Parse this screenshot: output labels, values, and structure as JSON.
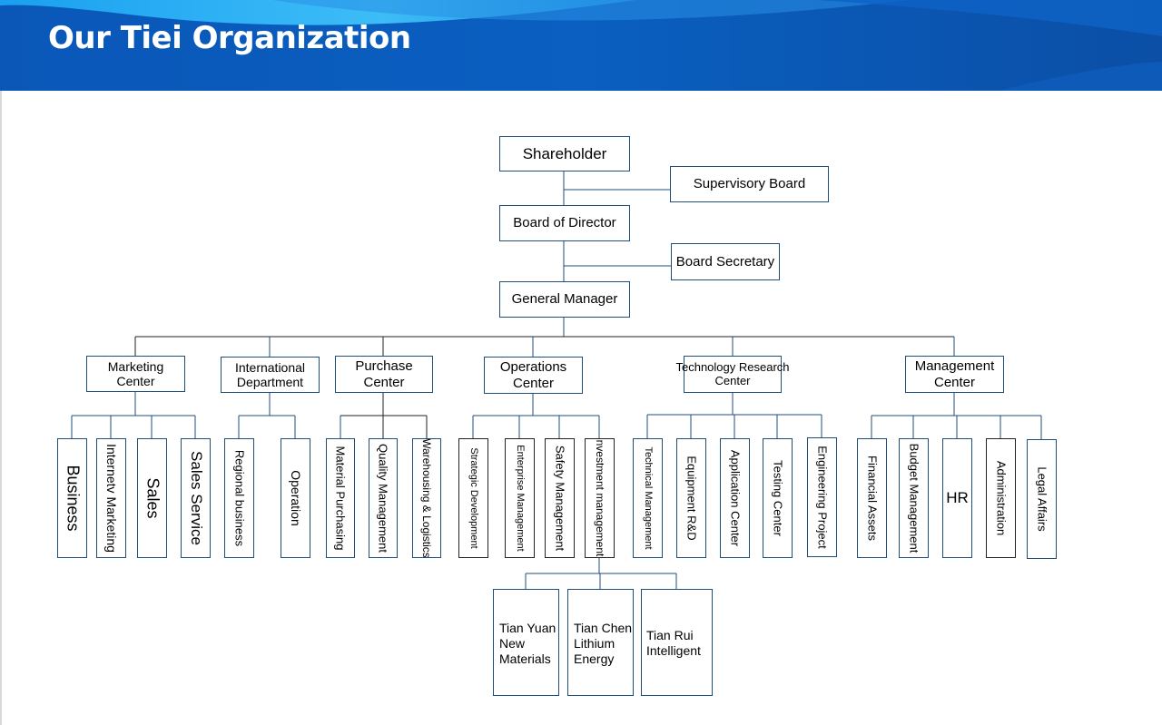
{
  "header": {
    "title": "Our Tiei Organization"
  },
  "colors": {
    "banner": "#0b4fa6",
    "line": "#1f4e79",
    "accent": "#3a9be0"
  },
  "chart": {
    "shareholder": "Shareholder",
    "supervisory_board": "Supervisory Board",
    "board_of_director": "Board of Director",
    "board_secretary": "Board Secretary",
    "general_manager": "General Manager",
    "centers": [
      {
        "name": "Marketing Center",
        "line1": "Marketing",
        "line2": "Center",
        "units": [
          "Business",
          "Internetv  Marketing",
          "Sales",
          "Sales Service"
        ]
      },
      {
        "name": "International Department",
        "line1": "International",
        "line2": "Department",
        "units": [
          "Regional business",
          "Operation"
        ]
      },
      {
        "name": "Purchase Center",
        "line1": "Purchase",
        "line2": "Center",
        "units": [
          "Material Purchasing",
          "Quality Management",
          "Warehousing & Logistics"
        ]
      },
      {
        "name": "Operations Center",
        "line1": "Operations",
        "line2": "Center",
        "units": [
          "Strategic Development",
          "Enterprise Management",
          "Safety Management",
          "nvestment management"
        ]
      },
      {
        "name": "Technology Research Center",
        "line1": "Technology Research",
        "line2": "Center",
        "units": [
          "Technical Management",
          "Equipment R&D",
          "Application Center",
          "Testing Center",
          "Engineering Project"
        ]
      },
      {
        "name": "Management Center",
        "line1": "Management",
        "line2": "Center",
        "units": [
          "Financial Assets",
          "Budget Management",
          "HR",
          "Administration",
          "Legal Affairs"
        ]
      }
    ],
    "subsidiaries": [
      {
        "line1": "Tian Yuan",
        "line2": "New",
        "line3": "Materials"
      },
      {
        "line1": "Tian Chen",
        "line2": "Lithium",
        "line3": "Energy"
      },
      {
        "line1": "Tian Rui",
        "line2": "Intelligent",
        "line3": ""
      }
    ]
  }
}
